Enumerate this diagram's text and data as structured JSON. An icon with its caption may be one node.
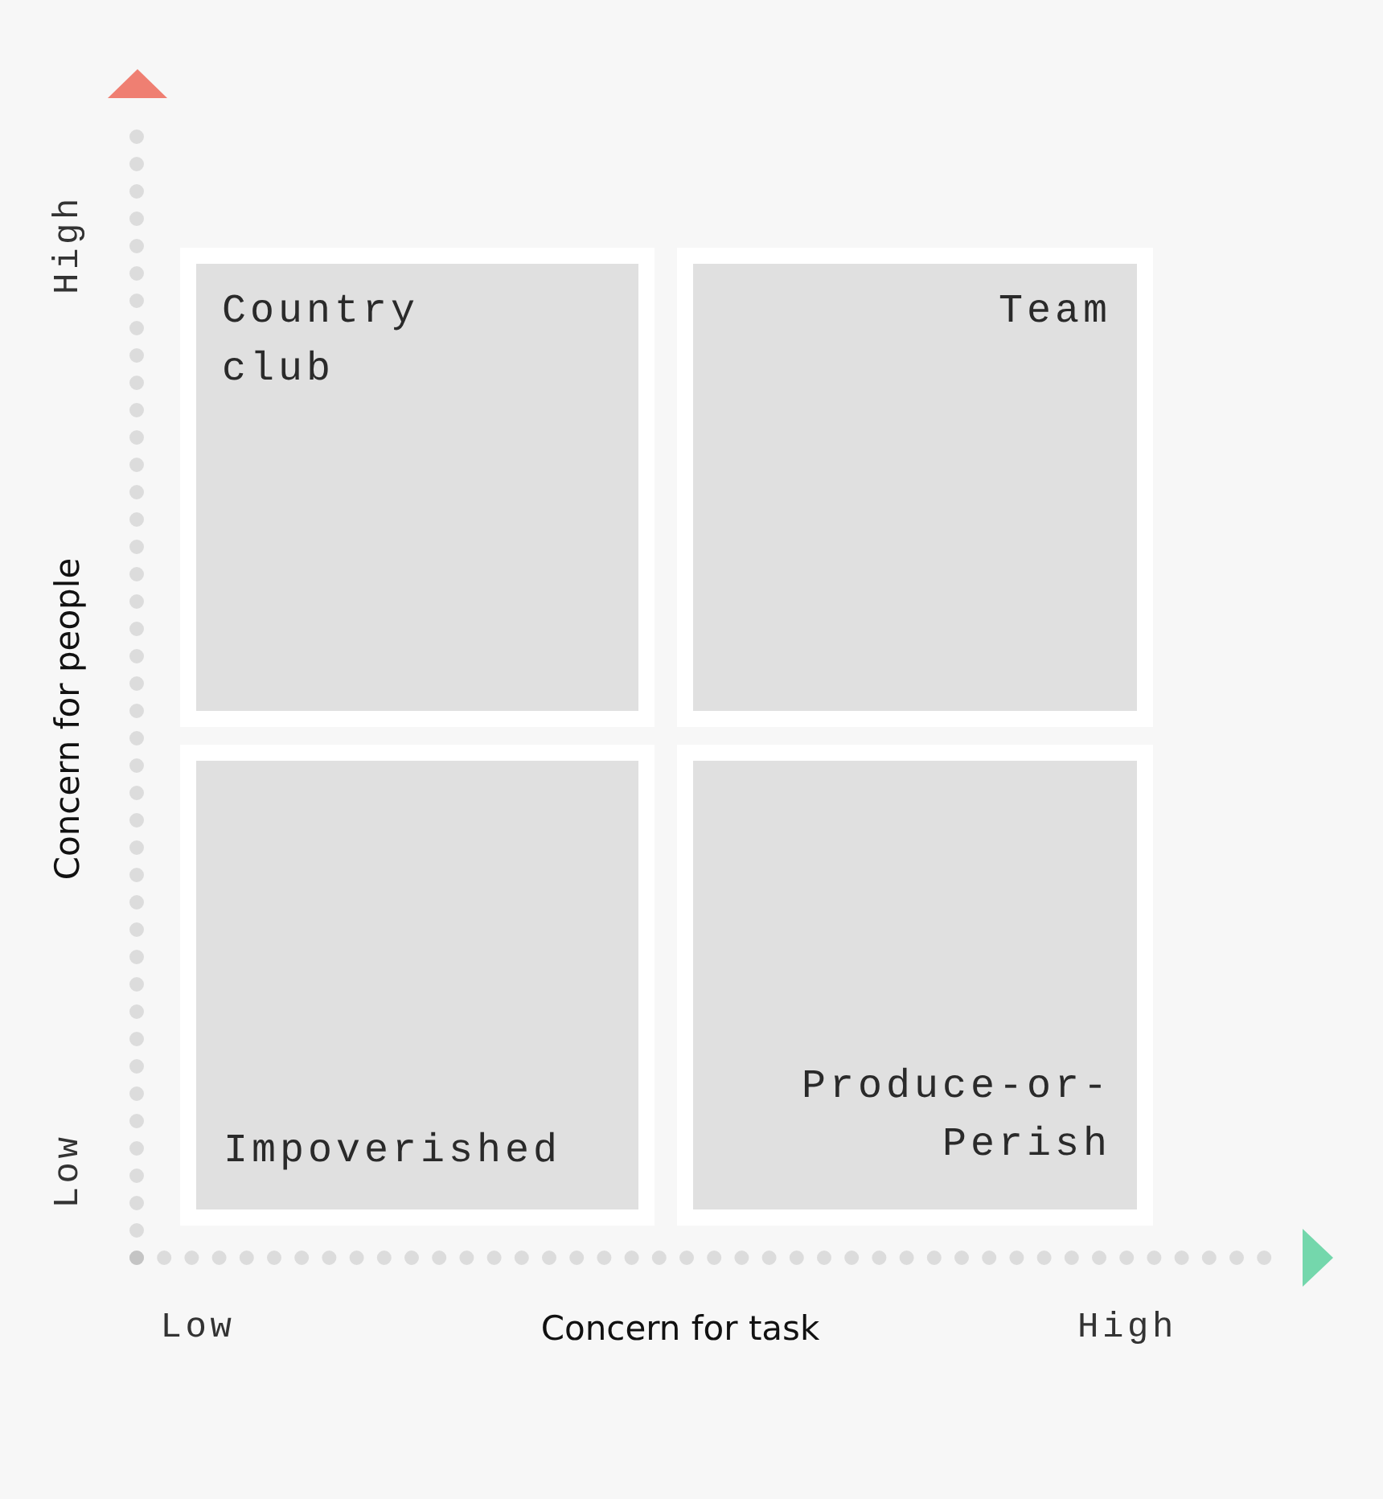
{
  "diagram": {
    "nodes": [
      {
        "text": [
          "Country club"
        ]
      },
      {
        "text": [
          "Team"
        ]
      },
      {
        "text": [
          "Impoverished"
        ]
      },
      {
        "text": [
          "Produce-or-Perish"
        ]
      }
    ],
    "labels": [
      "High",
      "Concern for people",
      "Low",
      "Low",
      "Concern for task",
      "High"
    ]
  }
}
